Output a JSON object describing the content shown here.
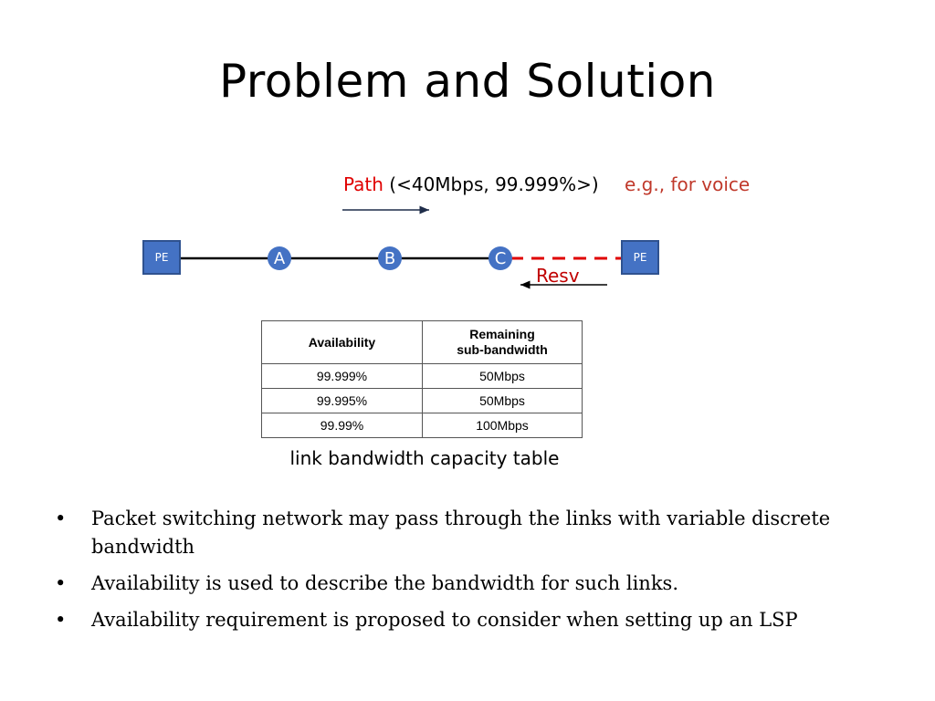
{
  "title": "Problem and Solution",
  "diagram": {
    "path_word": "Path",
    "path_rest": " (<40Mbps, 99.999%>)",
    "voice_note": "e.g., for voice",
    "pe_left": "PE",
    "pe_right": "PE",
    "node_a": "A",
    "node_b": "B",
    "node_c": "C",
    "resv": "Resv"
  },
  "table": {
    "headers": [
      "Availability",
      "Remaining\nsub-bandwidth"
    ],
    "header_1": "Availability",
    "header_2_line1": "Remaining",
    "header_2_line2": "sub-bandwidth",
    "rows": [
      [
        "99.999%",
        "50Mbps"
      ],
      [
        "99.995%",
        "50Mbps"
      ],
      [
        "99.99%",
        "100Mbps"
      ]
    ],
    "caption": "link bandwidth capacity table"
  },
  "bullets": [
    {
      "marker": "•",
      "text": "Packet switching network may pass through the links with variable discrete bandwidth"
    },
    {
      "marker": "•",
      "text": "Availability is used to describe the bandwidth for such links."
    },
    {
      "marker": "•",
      "text": "Availability requirement is proposed to consider when setting up an LSP"
    }
  ],
  "colors": {
    "node_fill": "#4472c4",
    "path_red": "#e00000",
    "voice_red": "#c0392b",
    "dashed_link": "#e00000"
  }
}
